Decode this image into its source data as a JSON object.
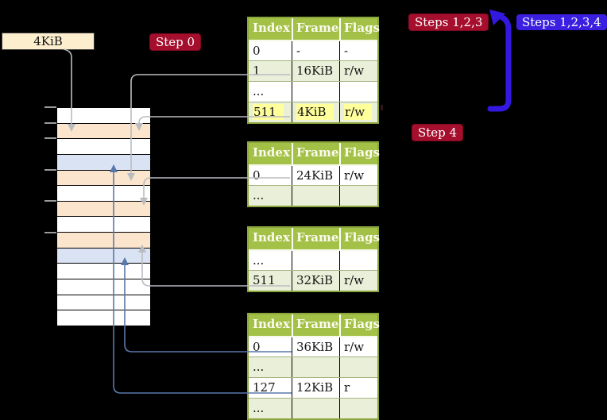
{
  "page_box": {
    "label": "4KiB"
  },
  "badges": {
    "step0": "Step 0",
    "steps123": "Steps 1,2,3",
    "steps1234": "Steps 1,2,3,4",
    "step4": "Step 4"
  },
  "page_tables": [
    {
      "name": "page-table-top-level",
      "headers": [
        "Index",
        "Frame",
        "Flags"
      ],
      "rows": [
        {
          "cells": [
            "0",
            "-",
            "-"
          ],
          "shaded": false,
          "highlight": false
        },
        {
          "cells": [
            "1",
            "16KiB",
            "r/w"
          ],
          "shaded": true,
          "highlight": false
        },
        {
          "cells": [
            "...",
            "",
            ""
          ],
          "shaded": false,
          "highlight": false
        },
        {
          "cells": [
            "511",
            "4KiB",
            "r/w"
          ],
          "shaded": true,
          "highlight": true
        }
      ]
    },
    {
      "name": "page-table-second",
      "headers": [
        "Index",
        "Frame",
        "Flags"
      ],
      "rows": [
        {
          "cells": [
            "0",
            "24KiB",
            "r/w"
          ],
          "shaded": false,
          "highlight": false
        },
        {
          "cells": [
            "...",
            "",
            ""
          ],
          "shaded": true,
          "highlight": false
        }
      ]
    },
    {
      "name": "page-table-third",
      "headers": [
        "Index",
        "Frame",
        "Flags"
      ],
      "rows": [
        {
          "cells": [
            "...",
            "",
            ""
          ],
          "shaded": false,
          "highlight": false
        },
        {
          "cells": [
            "511",
            "32KiB",
            "r/w"
          ],
          "shaded": true,
          "highlight": false
        }
      ]
    },
    {
      "name": "page-table-fourth",
      "headers": [
        "Index",
        "Frame",
        "Flags"
      ],
      "rows": [
        {
          "cells": [
            "0",
            "36KiB",
            "r/w"
          ],
          "shaded": false,
          "highlight": false
        },
        {
          "cells": [
            "...",
            "",
            ""
          ],
          "shaded": true,
          "highlight": false
        },
        {
          "cells": [
            "127",
            "12KiB",
            "r"
          ],
          "shaded": false,
          "highlight": false
        },
        {
          "cells": [
            "...",
            "",
            ""
          ],
          "shaded": true,
          "highlight": false
        }
      ]
    }
  ],
  "memory_column": {
    "rows": [
      "white",
      "peach",
      "white",
      "blue",
      "peach",
      "white",
      "peach",
      "white",
      "peach",
      "blue",
      "white",
      "white",
      "white",
      "white"
    ],
    "tick_row_boundaries": [
      0,
      1,
      2,
      4,
      6,
      8
    ]
  },
  "colors": {
    "header_green": "#a4c147",
    "table_border": "#8aa63c",
    "row_green": "#e9efd8",
    "highlight_yellow": "#ffff9c",
    "peach": "#fce5cd",
    "blue_row": "#dae3f3",
    "box_wheat": "#fdeecd",
    "badge_red": "#a50e2d",
    "badge_blue": "#3b1fe0",
    "thick_blue": "#3318e0",
    "arrow_gray": "#b9bcc1",
    "arrow_steel": "#5878ac"
  }
}
